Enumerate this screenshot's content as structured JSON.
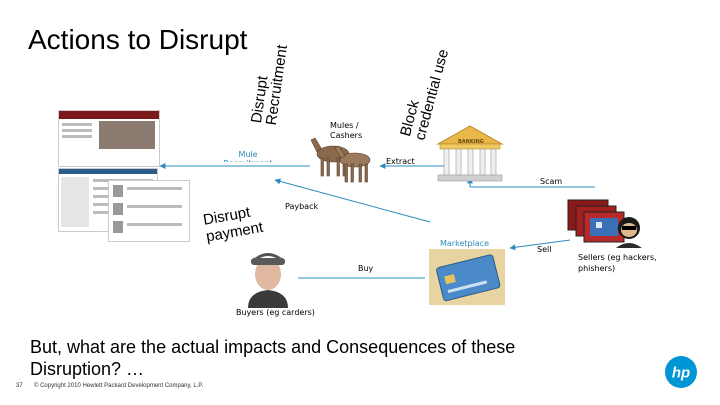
{
  "slide": {
    "title": "Actions to Disrupt",
    "question": "But, what are the actual impacts and Consequences of these Disruption? …",
    "page_number": "37",
    "copyright": "© Copyright 2010 Hewlett Packard Development Company, L.P."
  },
  "labels": {
    "disrupt_recruitment": [
      "Disrupt",
      "Recruitment"
    ],
    "block_credential": [
      "Block",
      "credential use"
    ],
    "disrupt_payment": [
      "Disrupt",
      "payment"
    ],
    "mules_cashers": [
      "Mules /",
      "Cashers"
    ],
    "mule_recruitment": "Mule Recruitment",
    "extract": "Extract",
    "scam": "Scam",
    "payback": "Payback",
    "marketplace": "Marketplace",
    "buy": "Buy",
    "sell": "Sell",
    "sellers": [
      "Sellers (eg hackers,",
      "phishers)"
    ],
    "buyers": "Buyers (eg carders)",
    "bank_sign": "BANKING"
  },
  "colors": {
    "accent_blue": "#2a8cbd",
    "bank_gold": "#e8b84a"
  },
  "icons": [
    "hp-logo-icon",
    "bank-icon",
    "horses-icon",
    "credit-card-icon",
    "computer-monitor-icon",
    "hacker-icon",
    "arrow-icon"
  ]
}
